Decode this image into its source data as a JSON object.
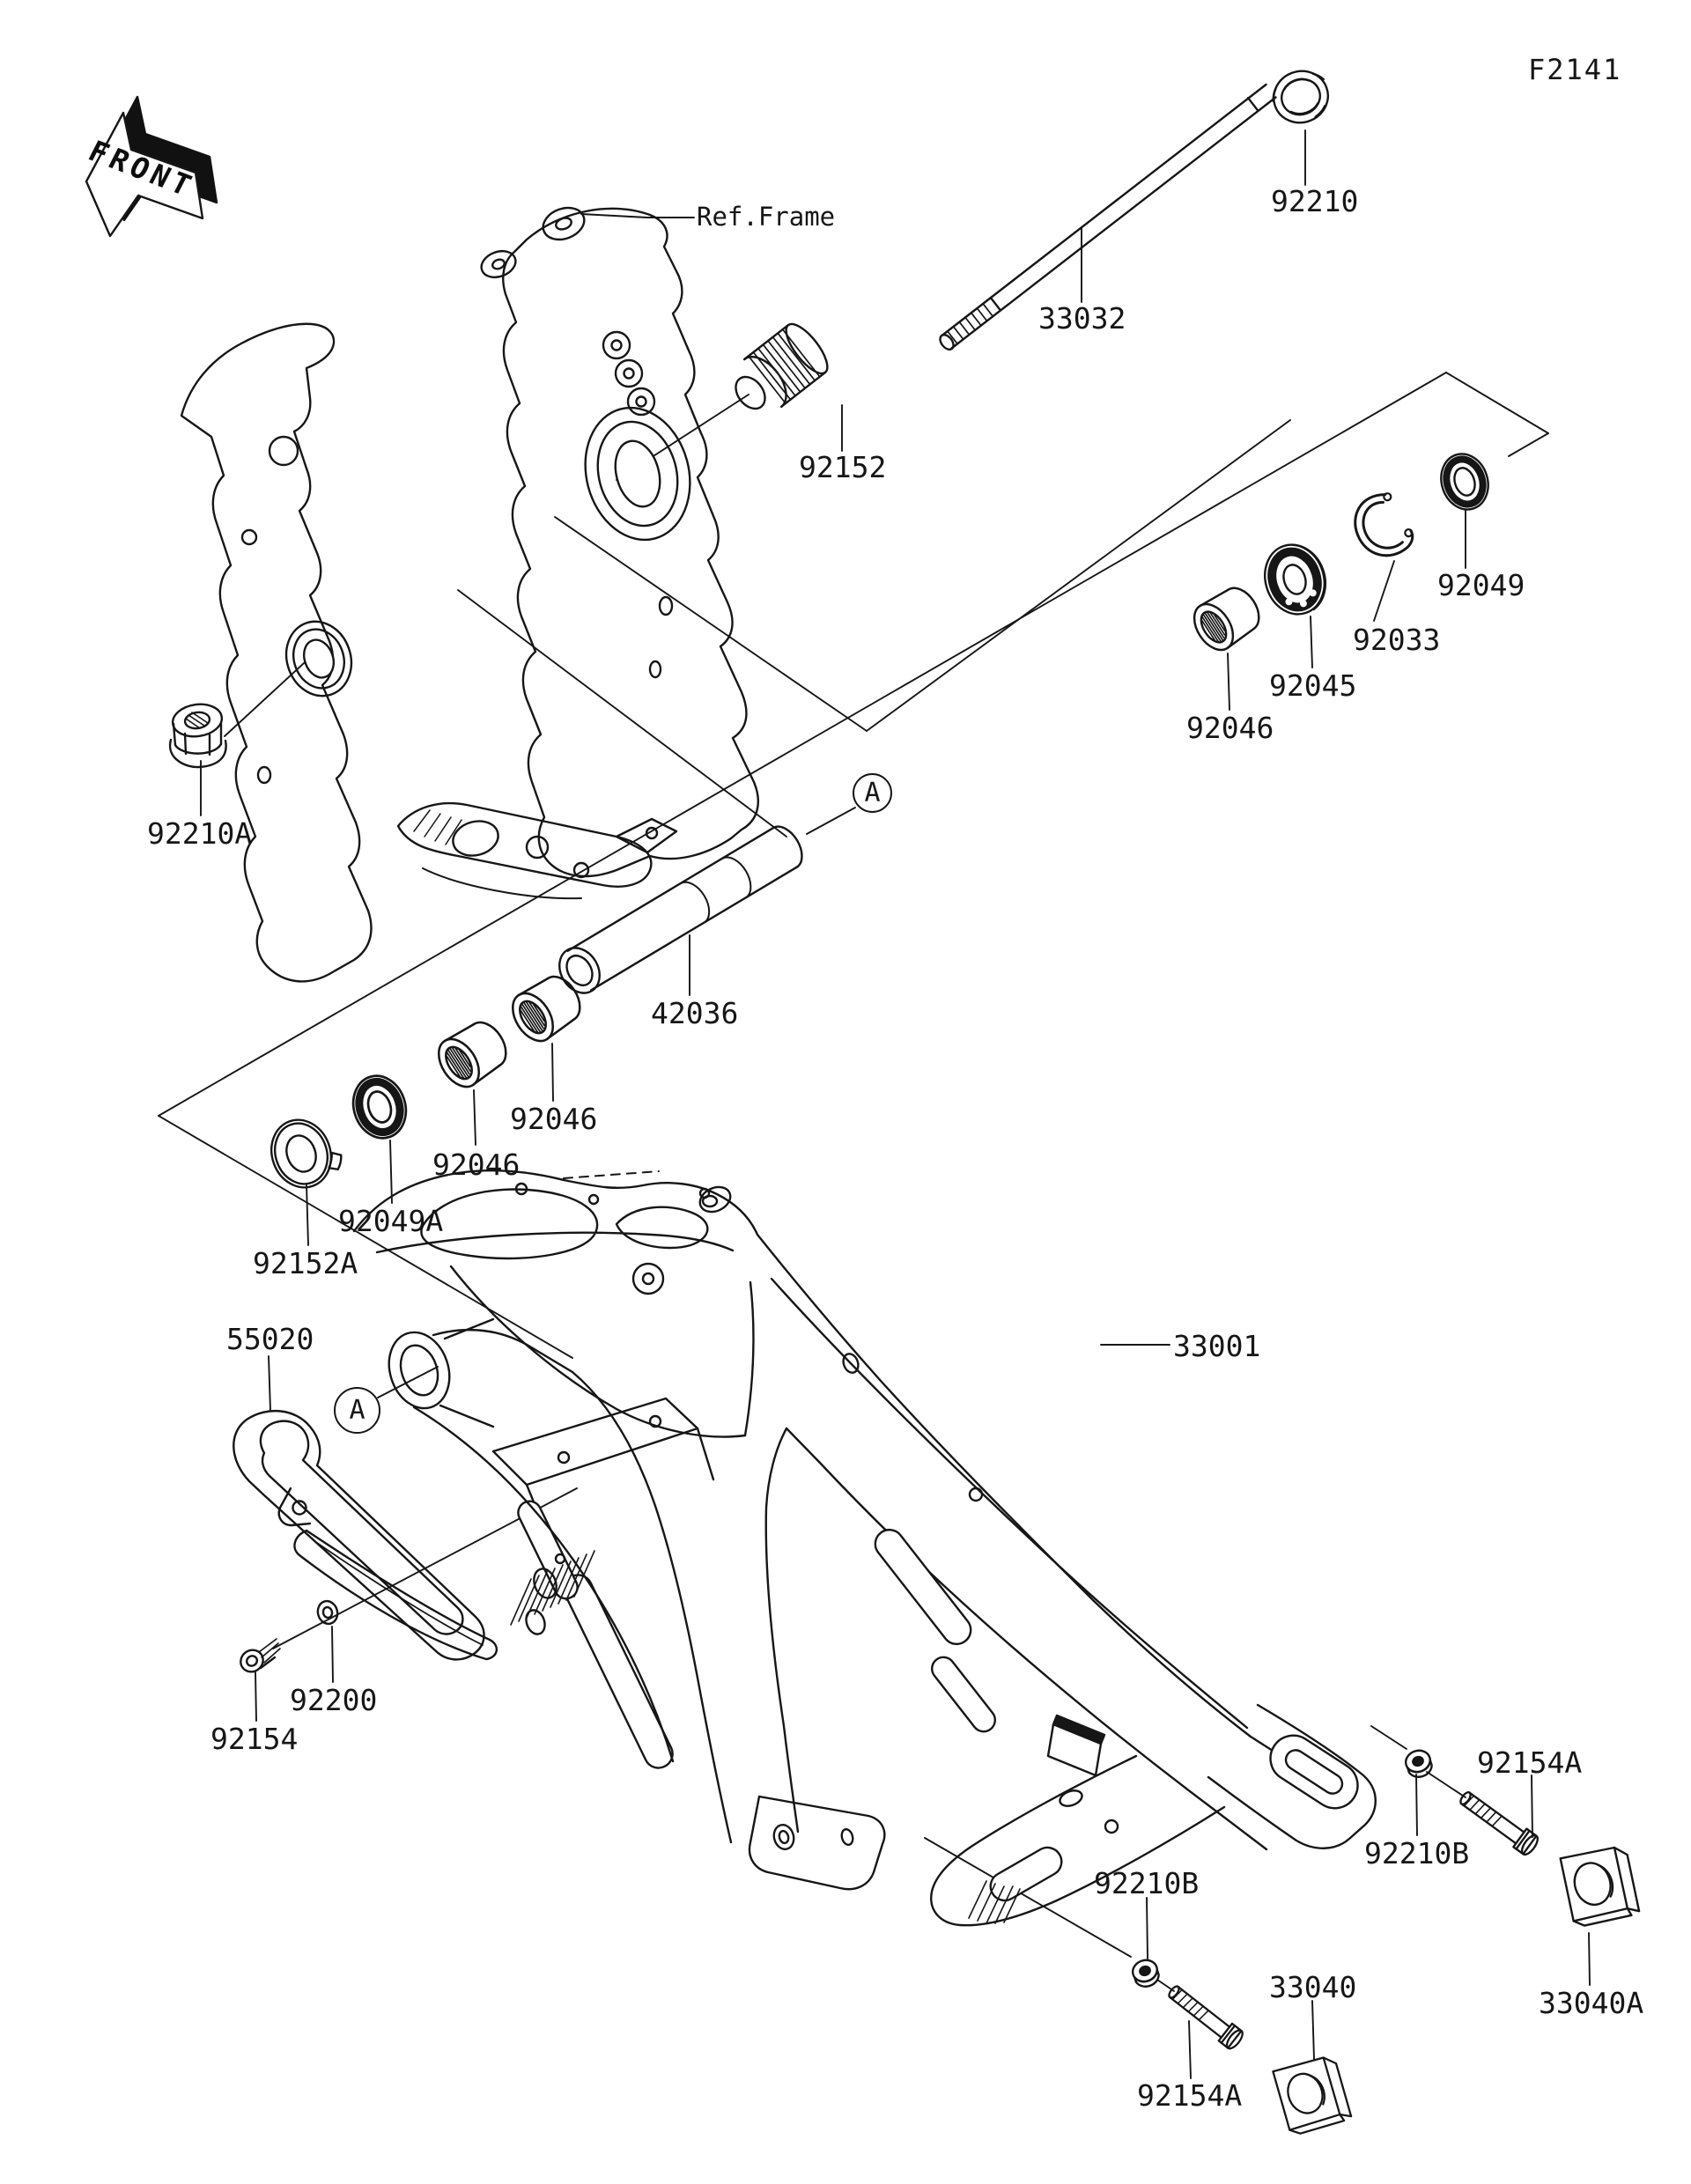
{
  "page": {
    "code": "F2141",
    "background": "#ffffff",
    "ink": "#161616"
  },
  "front_marker": {
    "label": "FRONT"
  },
  "ref_frame": {
    "label": "Ref.Frame"
  },
  "detail_markers": [
    {
      "id": "detail-a-upper",
      "letter": "A"
    },
    {
      "id": "detail-a-lower",
      "letter": "A"
    }
  ],
  "part_labels": [
    {
      "id": "92210",
      "text": "92210"
    },
    {
      "id": "33032",
      "text": "33032"
    },
    {
      "id": "92152",
      "text": "92152"
    },
    {
      "id": "92049",
      "text": "92049"
    },
    {
      "id": "92033",
      "text": "92033"
    },
    {
      "id": "92045",
      "text": "92045"
    },
    {
      "id": "92046-right",
      "text": "92046"
    },
    {
      "id": "92210A",
      "text": "92210A"
    },
    {
      "id": "42036",
      "text": "42036"
    },
    {
      "id": "92046-mid-upper",
      "text": "92046"
    },
    {
      "id": "92046-mid-lower",
      "text": "92046"
    },
    {
      "id": "92049A",
      "text": "92049A"
    },
    {
      "id": "92152A",
      "text": "92152A"
    },
    {
      "id": "55020",
      "text": "55020"
    },
    {
      "id": "33001",
      "text": "33001"
    },
    {
      "id": "92200",
      "text": "92200"
    },
    {
      "id": "92154",
      "text": "92154"
    },
    {
      "id": "92154A-right",
      "text": "92154A"
    },
    {
      "id": "92210B-right",
      "text": "92210B"
    },
    {
      "id": "33040A",
      "text": "33040A"
    },
    {
      "id": "92210B-bottom",
      "text": "92210B"
    },
    {
      "id": "92154A-bottom",
      "text": "92154A"
    },
    {
      "id": "33040",
      "text": "33040"
    }
  ]
}
